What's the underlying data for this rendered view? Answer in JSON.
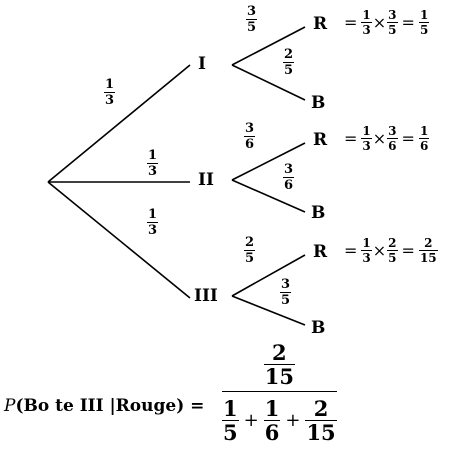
{
  "tree": {
    "first_level": [
      {
        "node": "I",
        "prob": {
          "num": "1",
          "den": "3"
        },
        "branches": [
          {
            "leaf": "R",
            "prob": {
              "num": "3",
              "den": "5"
            }
          },
          {
            "leaf": "B",
            "prob": {
              "num": "2",
              "den": "5"
            }
          }
        ],
        "result": {
          "a": {
            "num": "1",
            "den": "3"
          },
          "b": {
            "num": "3",
            "den": "5"
          },
          "r": {
            "num": "1",
            "den": "5"
          }
        }
      },
      {
        "node": "II",
        "prob": {
          "num": "1",
          "den": "3"
        },
        "branches": [
          {
            "leaf": "R",
            "prob": {
              "num": "3",
              "den": "6"
            }
          },
          {
            "leaf": "B",
            "prob": {
              "num": "3",
              "den": "6"
            }
          }
        ],
        "result": {
          "a": {
            "num": "1",
            "den": "3"
          },
          "b": {
            "num": "3",
            "den": "6"
          },
          "r": {
            "num": "1",
            "den": "6"
          }
        }
      },
      {
        "node": "III",
        "prob": {
          "num": "1",
          "den": "3"
        },
        "branches": [
          {
            "leaf": "R",
            "prob": {
              "num": "2",
              "den": "5"
            }
          },
          {
            "leaf": "B",
            "prob": {
              "num": "3",
              "den": "5"
            }
          }
        ],
        "result": {
          "a": {
            "num": "1",
            "den": "3"
          },
          "b": {
            "num": "2",
            "den": "5"
          },
          "r": {
            "num": "2",
            "den": "15"
          }
        }
      }
    ],
    "equals": "=",
    "times": "×"
  },
  "formula": {
    "p": "P",
    "expr": "(Bo te III |Rouge) =",
    "numerator": {
      "num": "2",
      "den": "15"
    },
    "denominator": [
      {
        "num": "1",
        "den": "5"
      },
      {
        "num": "1",
        "den": "6"
      },
      {
        "num": "2",
        "den": "15"
      }
    ],
    "plus": "+"
  }
}
